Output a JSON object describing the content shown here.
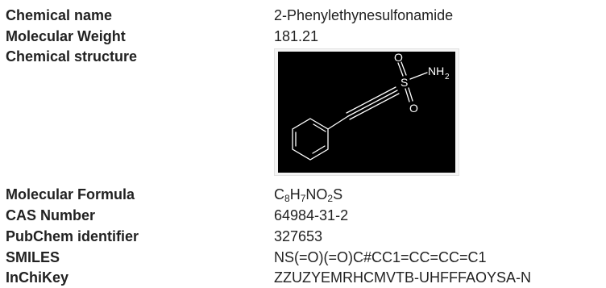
{
  "rows": [
    {
      "label": "Chemical name",
      "value": "2-Phenylethynesulfonamide"
    },
    {
      "label": "Molecular Weight",
      "value": "181.21"
    },
    {
      "label": "Chemical structure"
    },
    {
      "label": "Molecular Formula",
      "formula_parts": {
        "c": "C",
        "c_n": "8",
        "h": "H",
        "h_n": "7",
        "no": "NO",
        "no_n": "2",
        "s": "S"
      }
    },
    {
      "label": "CAS Number",
      "value": "64984-31-2"
    },
    {
      "label": "PubChem identifier",
      "value": "327653"
    },
    {
      "label": "SMILES",
      "value": "NS(=O)(=O)C#CC1=CC=CC=C1"
    },
    {
      "label": "InChiKey",
      "value": "ZZUZYEMRHCMVTB-UHFFFAOYSA-N"
    }
  ],
  "structure": {
    "atoms": {
      "o_top": "O",
      "s": "S",
      "nh": "NH",
      "nh_sub": "2",
      "o_bottom": "O"
    },
    "background_color": "#000000",
    "line_color": "#ffffff"
  }
}
